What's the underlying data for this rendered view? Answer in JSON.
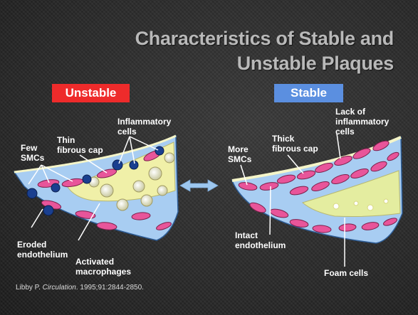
{
  "title": {
    "line1": "Characteristics of Stable and",
    "line2": "Unstable Plaques"
  },
  "unstable": {
    "heading": "Unstable",
    "color": "#ee2b2b",
    "labels": {
      "few_smcs": [
        "Few",
        "SMCs"
      ],
      "thin_cap": [
        "Thin",
        "fibrous cap"
      ],
      "inflammatory": [
        "Inflammatory",
        "cells"
      ],
      "eroded": [
        "Eroded",
        "endothelium"
      ],
      "macrophages": [
        "Activated",
        "macrophages"
      ]
    }
  },
  "stable": {
    "heading": "Stable",
    "color": "#5b8fe0",
    "labels": {
      "more_smcs": [
        "More",
        "SMCs"
      ],
      "thick_cap": [
        "Thick",
        "fibrous cap"
      ],
      "lack": [
        "Lack of",
        "inflammatory",
        "cells"
      ],
      "intact": [
        "Intact",
        "endothelium"
      ],
      "foam": "Foam cells"
    }
  },
  "citation": {
    "prefix": "Libby P. ",
    "journal": "Circulation",
    "suffix": ". 1995;91:2844-2850."
  },
  "colors": {
    "vessel_wall": "#a8cdf2",
    "lipid_core": "#f0f0a8",
    "smc": "#e8559a",
    "inflammatory_cell": "#1a3f8f",
    "arrow": "#9dc7ef"
  }
}
